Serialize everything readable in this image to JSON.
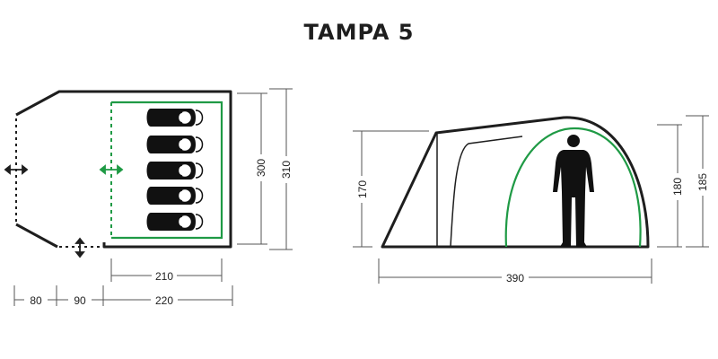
{
  "title": "TAMPA 5",
  "colors": {
    "outline": "#1e1e1e",
    "accent": "#1f9a45",
    "dim": "#444444"
  },
  "floor_plan": {
    "dimensions": {
      "inner_width": "210",
      "inner_depth": "300",
      "outer_depth": "310",
      "vestibule_a": "80",
      "vestibule_b": "90",
      "bedroom_width": "220"
    },
    "sleeping_bags": 5
  },
  "side_view": {
    "dimensions": {
      "front_height": "170",
      "inner_height": "180",
      "outer_height": "185",
      "total_length": "390"
    },
    "figure": "person-silhouette-icon"
  }
}
